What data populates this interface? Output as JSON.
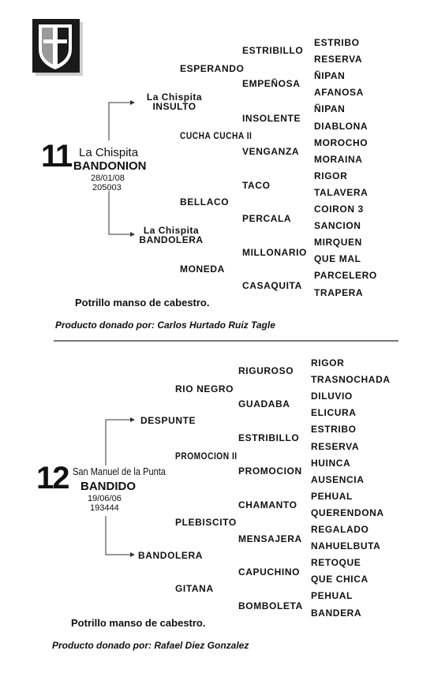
{
  "lot11": {
    "number": "11",
    "haras": "La Chispita",
    "name": "BANDONION",
    "date": "28/01/08",
    "registry": "205003",
    "sire": {
      "haras": "La Chispita",
      "name": "INSULTO"
    },
    "dam": {
      "haras": "La Chispita",
      "name": "BANDOLERA"
    },
    "gen2": [
      "ESPERANDO",
      "CUCHA CUCHA II",
      "BELLACO",
      "MONEDA"
    ],
    "gen3": [
      "ESTRIBILLO",
      "EMPEÑOSA",
      "INSOLENTE",
      "VENGANZA",
      "TACO",
      "PERCALA",
      "MILLONARIO",
      "CASAQUITA"
    ],
    "gen4": [
      "ESTRIBO",
      "RESERVA",
      "ÑIPAN",
      "AFANOSA",
      "ÑIPAN",
      "DIABLONA",
      "MOROCHO",
      "MORAINA",
      "RIGOR",
      "TALAVERA",
      "COIRON 3",
      "SANCION",
      "MIRQUEN",
      "QUE MAL",
      "PARCELERO",
      "TRAPERA"
    ],
    "description": "Potrillo manso de cabestro.",
    "donor": "Producto donado por: Carlos Hurtado Ruiz Tagle"
  },
  "lot12": {
    "number": "12",
    "haras": "San Manuel de la Punta",
    "name": "BANDIDO",
    "date": "19/06/06",
    "registry": "193444",
    "sire": {
      "name": "DESPUNTE"
    },
    "dam": {
      "name": "BANDOLERA"
    },
    "gen2": [
      "RIO NEGRO",
      "PROMOCION II",
      "PLEBISCITO",
      "GITANA"
    ],
    "gen3": [
      "RIGUROSO",
      "GUADABA",
      "ESTRIBILLO",
      "PROMOCION",
      "CHAMANTO",
      "MENSAJERA",
      "CAPUCHINO",
      "BOMBOLETA"
    ],
    "gen4": [
      "RIGOR",
      "TRASNOCHADA",
      "DILUVIO",
      "ELICURA",
      "ESTRIBO",
      "RESERVA",
      "HUINCA",
      "AUSENCIA",
      "PEHUAL",
      "QUERENDONA",
      "REGALADO",
      "NAHUELBUTA",
      "RETOQUE",
      "QUE CHICA",
      "PEHUAL",
      "BANDERA"
    ],
    "description": "Potrillo manso de cabestro.",
    "donor": "Producto donado por: Rafael Diez Gonzalez"
  }
}
